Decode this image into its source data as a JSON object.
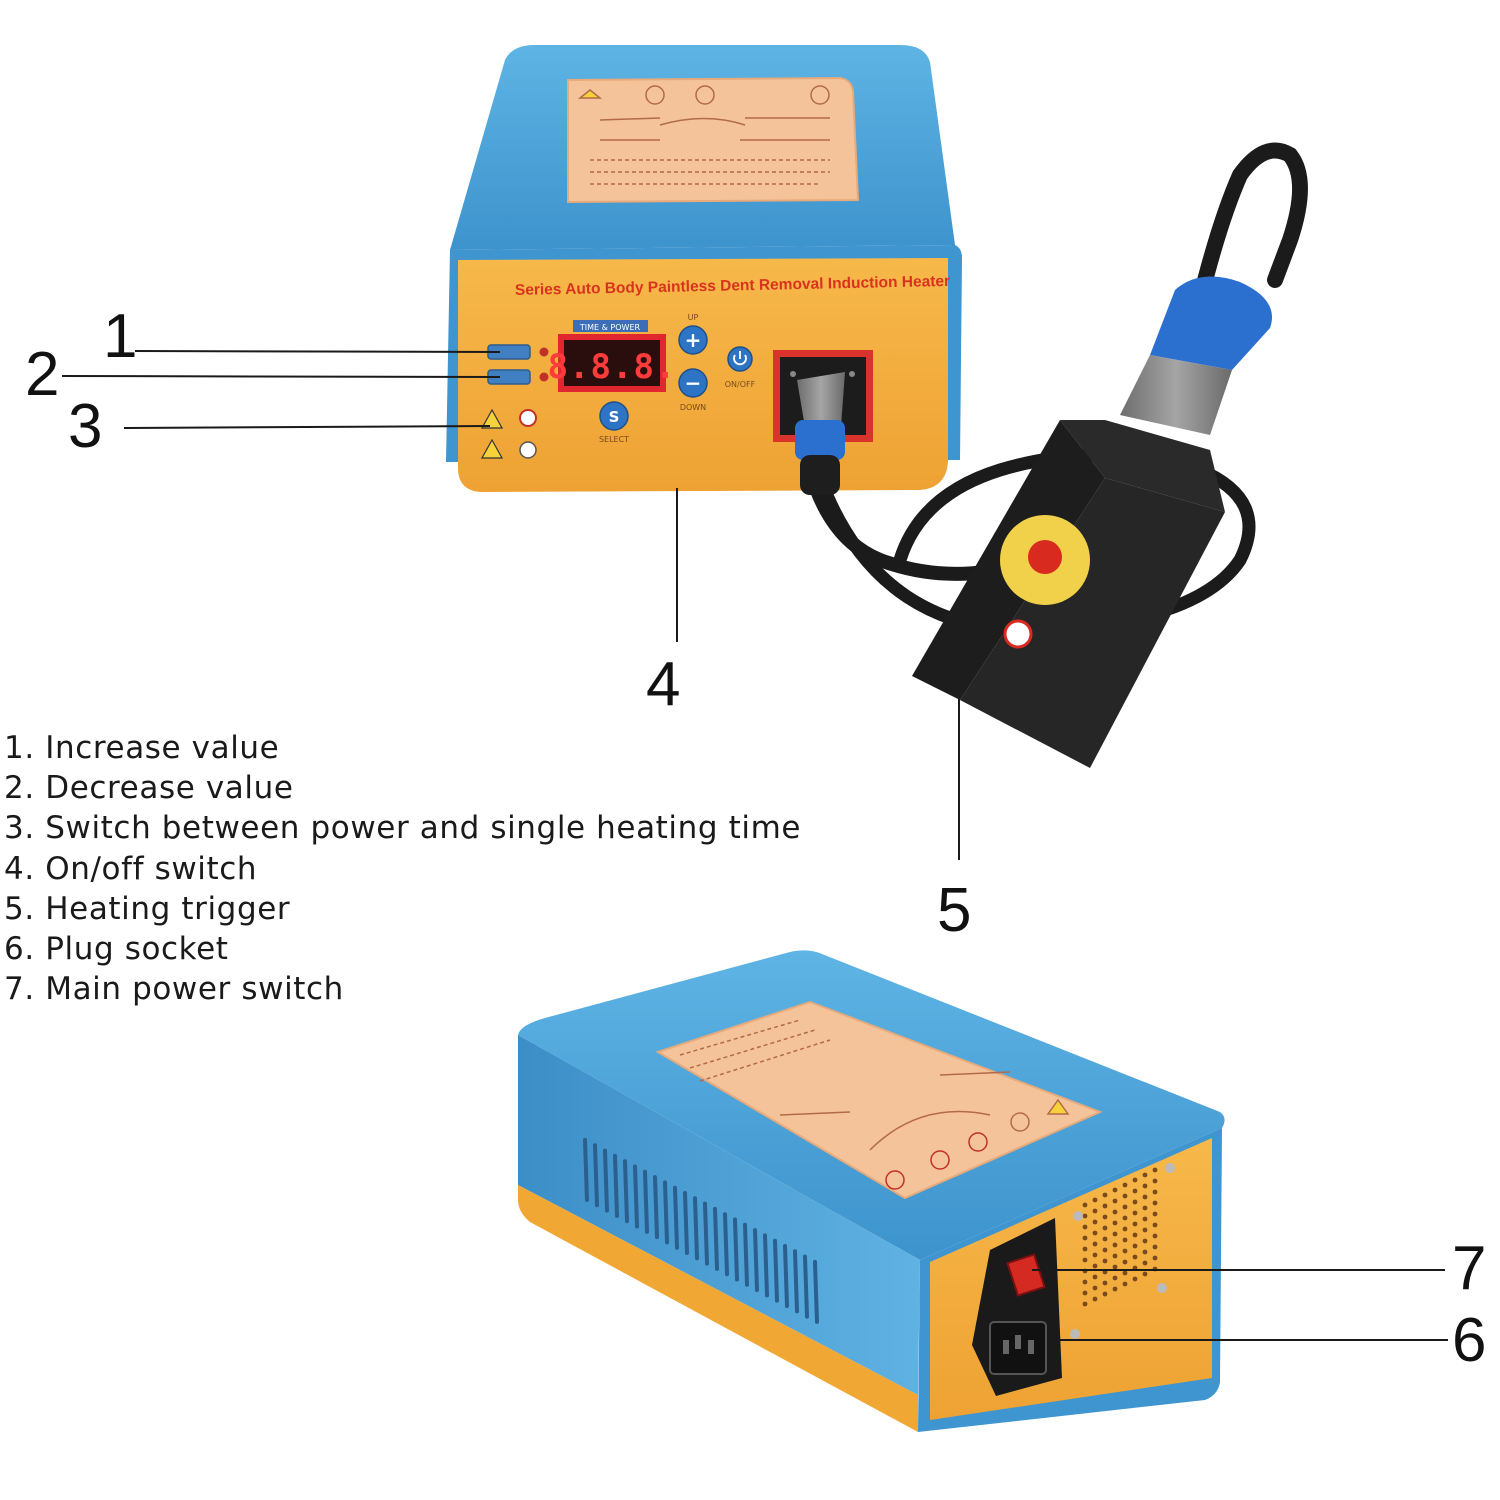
{
  "front_panel": {
    "title": "Series Auto Body Paintless Dent Removal Induction Heater",
    "display_label": "TIME & POWER",
    "display_value": "8.8.8.",
    "up_label": "UP",
    "down_label": "DOWN",
    "onoff_label": "ON/OFF",
    "select_key": "S",
    "select_label": "SELECT"
  },
  "callouts": [
    "1",
    "2",
    "3",
    "4",
    "5",
    "6",
    "7"
  ],
  "legend": [
    "1. Increase value",
    "2. Decrease value",
    "3. Switch between power and single heating time",
    "4. On/off switch",
    "5. Heating trigger",
    "6. Plug socket",
    "7. Main power switch"
  ],
  "colors": {
    "housing_blue": "#4fa8db",
    "panel_orange": "#f2ae3a",
    "display_red": "#e0262e",
    "title_red": "#d9331f",
    "cable_black": "#1b1b1b"
  }
}
